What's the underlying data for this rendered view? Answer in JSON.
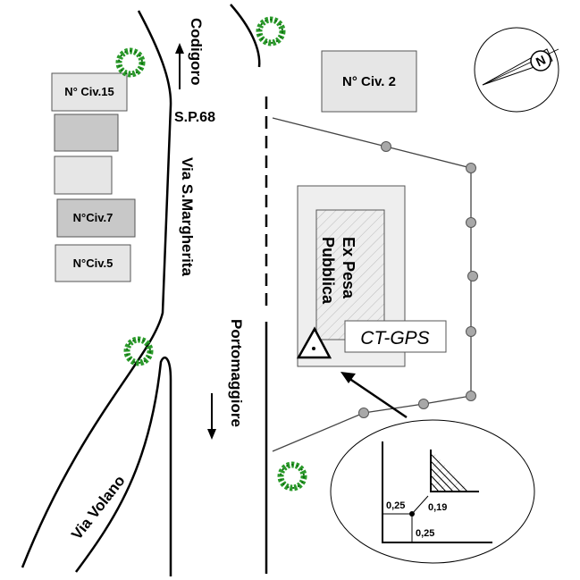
{
  "labels": {
    "codigoro": "Codigoro",
    "sp68": "S.P.68",
    "via_margherita": "Via S.Margherita",
    "portomaggiore": "Portomaggiore",
    "via_volano": "Via Volano",
    "civ15": "N° Civ.15",
    "civ7": "N°Civ.7",
    "civ5": "N°Civ.5",
    "civ2": "N° Civ. 2",
    "ex_pesa_1": "Ex Pesa",
    "ex_pesa_2": "Pubblica",
    "ct_gps": "CT-GPS",
    "compass_n": "N"
  },
  "detail": {
    "offset_left": "0,25",
    "offset_bottom": "0,25",
    "offset_diag": "0,19"
  },
  "colors": {
    "tree": "#2a9a2a",
    "building_light": "#e6e6e6",
    "building_dark": "#c8c8c8",
    "fence_post": "#a8a8a8"
  }
}
